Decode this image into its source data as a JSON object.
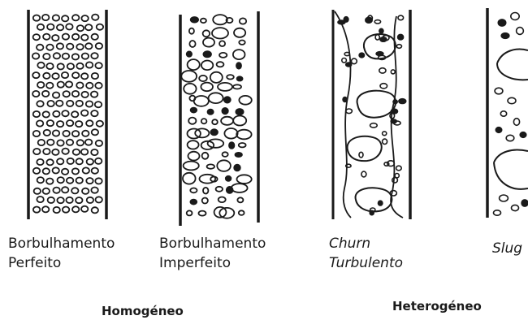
{
  "regimes": [
    {
      "id": "perfect-bubbling",
      "line1": "Borbulhamento",
      "line2": "Perfeito",
      "italic": false
    },
    {
      "id": "imperfect-bubbling",
      "line1": "Borbulhamento",
      "line2": "Imperfeito",
      "italic": false
    },
    {
      "id": "churn-turbulent",
      "line1": "Churn",
      "line2": "Turbulento",
      "italic": true
    },
    {
      "id": "slug",
      "line1": "Slug",
      "line2": "",
      "italic": true
    }
  ],
  "groups": {
    "homogeneous": "Homogéneo",
    "heterogeneous": "Heterogéneo"
  },
  "colors": {
    "ink": "#1a1a1a",
    "background": "#ffffff"
  }
}
